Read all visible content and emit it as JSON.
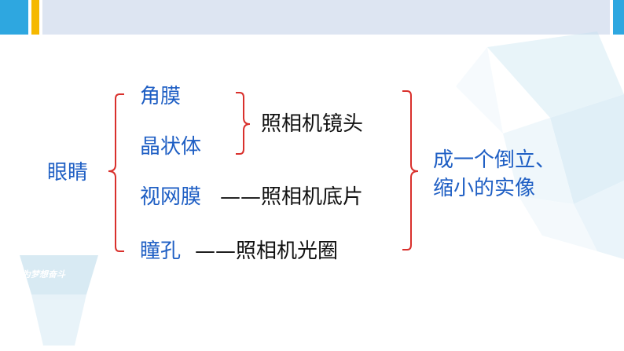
{
  "diagram": {
    "root": "眼睛",
    "parts": {
      "cornea": "角膜",
      "lens": "晶状体",
      "retina": "视网膜",
      "pupil": "瞳孔"
    },
    "camera_lens": "照相机镜头",
    "retina_relation": "——照相机底片",
    "pupil_relation": "——照相机光圈",
    "result_line1": "成一个倒立、",
    "result_line2": "缩小的实像"
  },
  "watermark": {
    "text": "为梦想奋斗"
  },
  "colors": {
    "blue_text": "#1f5fc4",
    "bracket_red": "#d9302c",
    "header_blue": "#2ea7e0",
    "header_yellow": "#f5b800",
    "header_band": "#dde5f2"
  }
}
